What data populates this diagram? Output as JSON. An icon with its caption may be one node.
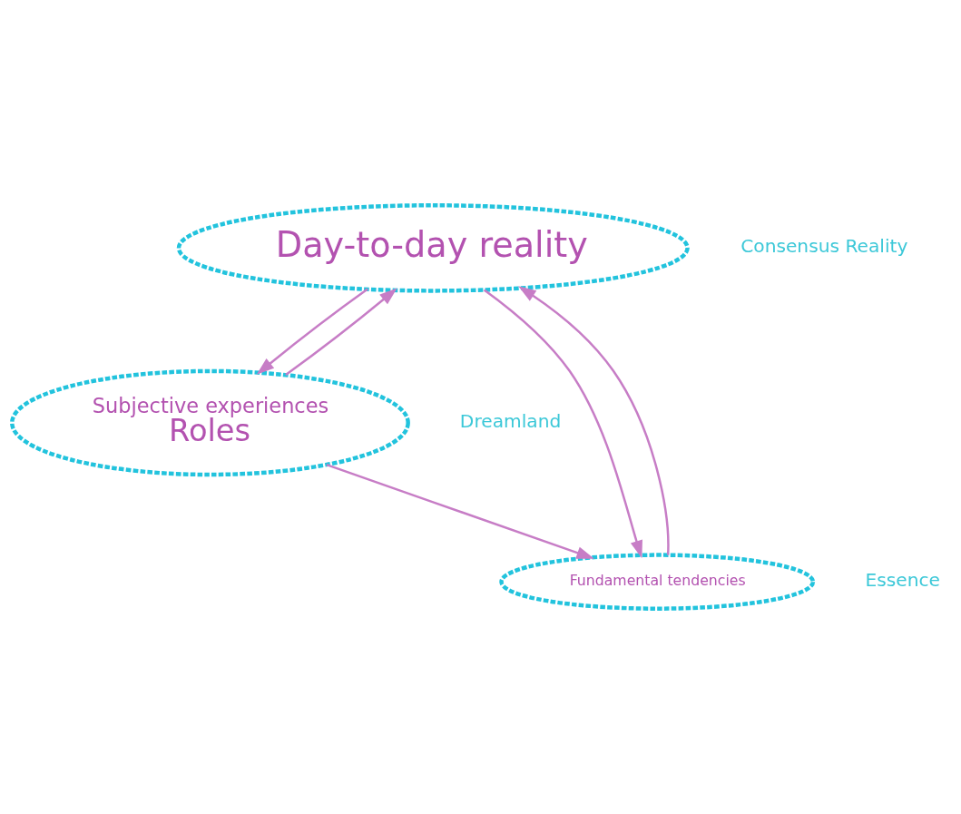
{
  "diagram": {
    "nodes": [
      {
        "text": [
          "Day-to-day reality"
        ],
        "beside": [
          "Consensus Reality"
        ]
      },
      {
        "text": [
          "Subjective experiences",
          "Roles"
        ],
        "beside": [
          "Dreamland"
        ]
      },
      {
        "text": [
          "Fundamental tendencies"
        ],
        "beside": [
          "Essence"
        ]
      }
    ],
    "edges": [
      {
        "from": 0,
        "to": 1,
        "arrow": "to"
      },
      {
        "from": 1,
        "to": 2,
        "arrow": "to"
      },
      {
        "from": 0,
        "to": 2,
        "arrow": "to"
      },
      {
        "from": 1,
        "to": 0,
        "arrow": "to"
      },
      {
        "from": 2,
        "to": 0,
        "arrow": "to"
      }
    ]
  }
}
